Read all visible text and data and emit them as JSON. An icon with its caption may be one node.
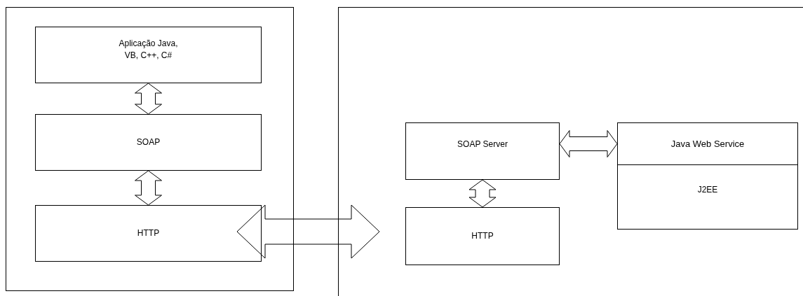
{
  "diagram": {
    "nodes": [
      {
        "text": [],
        "shape": "box"
      },
      {
        "text": [
          "Aplicação Java, VB, C++, C#"
        ],
        "in": 0
      },
      {
        "text": [
          "SOAP"
        ],
        "in": 0
      },
      {
        "text": [
          "HTTP"
        ],
        "in": 0
      },
      {
        "text": [],
        "shape": "box"
      },
      {
        "text": [
          "SOAP Server"
        ],
        "in": 4
      },
      {
        "text": [
          "HTTP"
        ],
        "in": 4
      },
      {
        "text": [
          "Java Web Service"
        ],
        "in": 4
      },
      {
        "text": [
          "J2EE"
        ],
        "in": 4
      }
    ],
    "edges": [
      {
        "from": 1,
        "to": 2,
        "arrow": "both"
      },
      {
        "from": 2,
        "to": 3,
        "arrow": "both"
      },
      {
        "from": 0,
        "to": 4,
        "arrow": "both"
      },
      {
        "from": 5,
        "to": 7,
        "arrow": "both"
      },
      {
        "from": 5,
        "to": 6,
        "arrow": "both"
      }
    ]
  }
}
